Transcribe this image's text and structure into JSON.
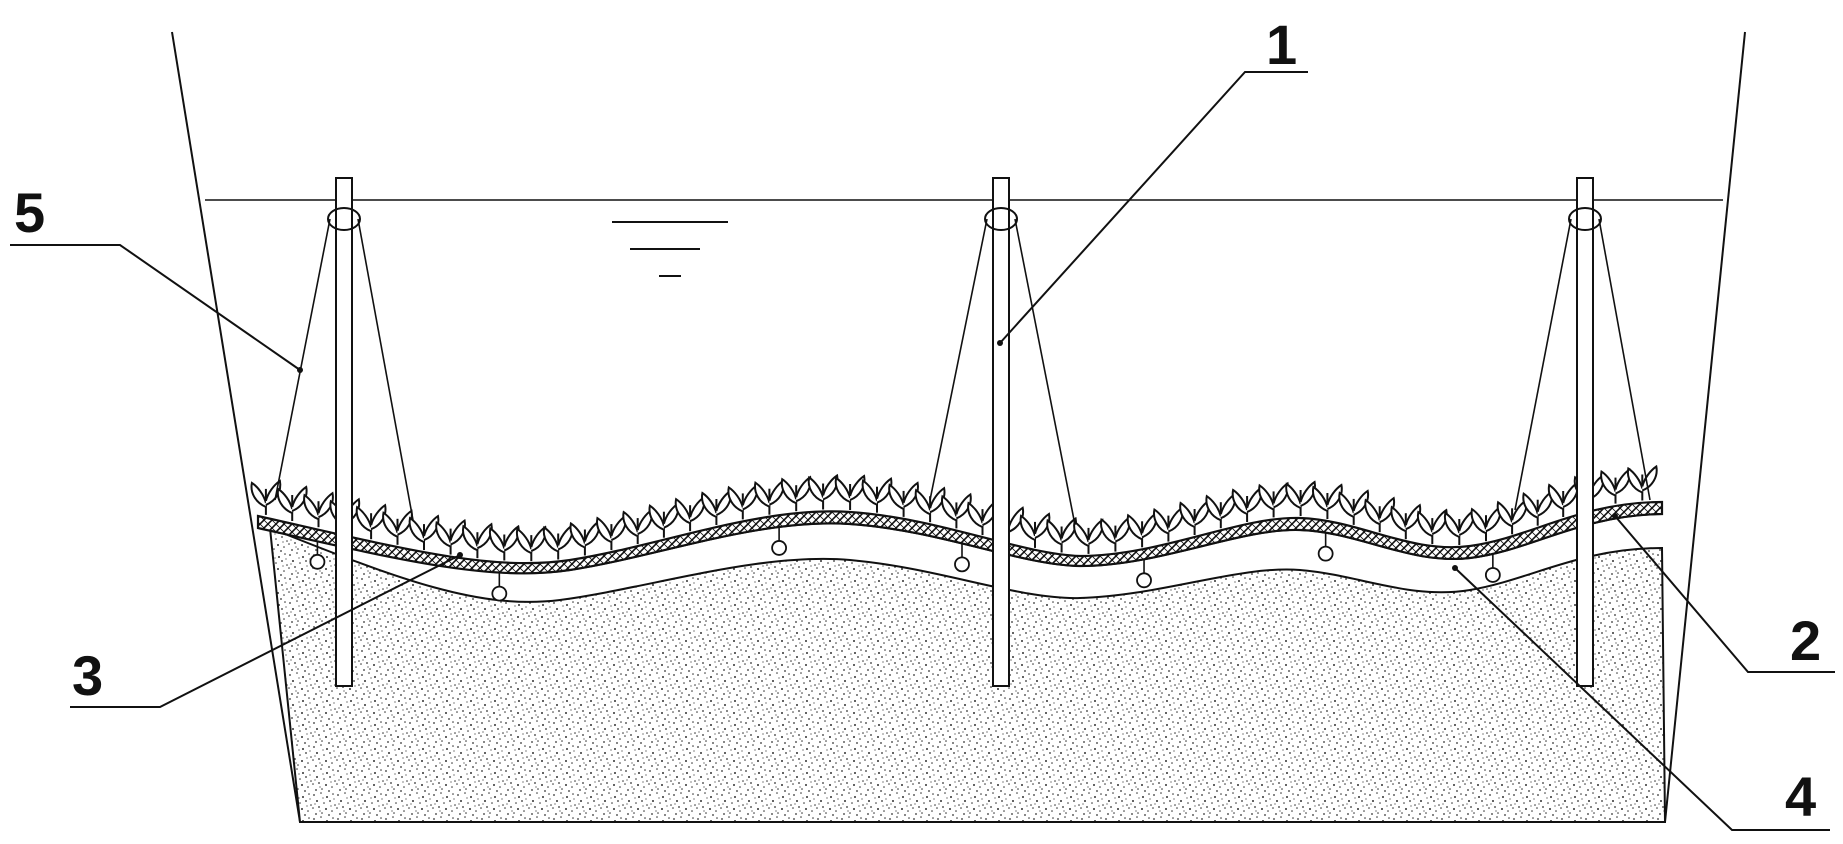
{
  "callouts": [
    {
      "id": "1",
      "label": "1",
      "part": "pile"
    },
    {
      "id": "2",
      "label": "2",
      "part": "plant-mat"
    },
    {
      "id": "3",
      "label": "3",
      "part": "mat-layer"
    },
    {
      "id": "4",
      "label": "4",
      "part": "anchor-weight"
    },
    {
      "id": "5",
      "label": "5",
      "part": "guy-rope"
    }
  ],
  "colors": {
    "ink": "#111111",
    "background": "#ffffff",
    "sediment_dots": "#333333"
  },
  "icons": {
    "water_level": "water-level-symbol",
    "plant": "plant-seedling-icon",
    "anchor": "anchor-weight-icon"
  }
}
